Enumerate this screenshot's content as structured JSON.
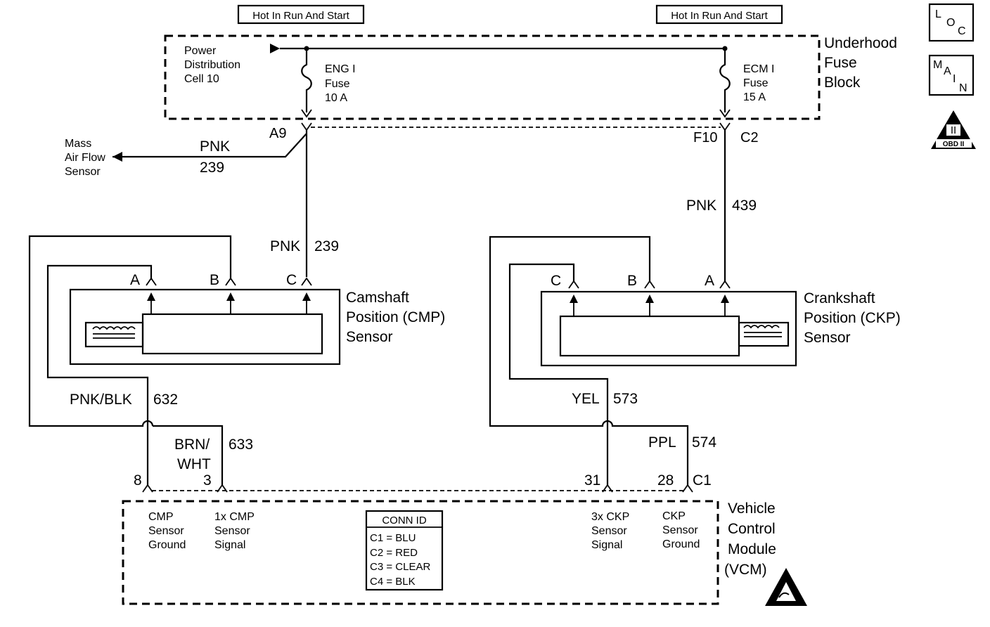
{
  "hot_labels": {
    "left": "Hot In Run And Start",
    "right": "Hot In Run And Start"
  },
  "fuse_block": {
    "title_lines": [
      "Underhood",
      "Fuse",
      "Block"
    ],
    "power_lines": [
      "Power",
      "Distribution",
      "Cell 10"
    ],
    "eng_fuse_lines": [
      "ENG I",
      "Fuse",
      "10 A"
    ],
    "ecm_fuse_lines": [
      "ECM I",
      "Fuse",
      "15 A"
    ],
    "terminal_a9": "A9",
    "terminal_f10": "F10",
    "connector_c2": "C2"
  },
  "maf": {
    "lines": [
      "Mass",
      "Air Flow",
      "Sensor"
    ]
  },
  "wires": {
    "maf_color": "PNK",
    "maf_circuit": "239",
    "cmp_feed_color": "PNK",
    "cmp_feed_circuit": "239",
    "ckp_feed_color": "PNK",
    "ckp_feed_circuit": "439",
    "cmp_ground_color": "PNK/BLK",
    "cmp_ground_circuit": "632",
    "cmp_signal_color_1": "BRN/",
    "cmp_signal_color_2": "WHT",
    "cmp_signal_circuit": "633",
    "ckp_signal_color": "YEL",
    "ckp_signal_circuit": "573",
    "ckp_ground_color": "PPL",
    "ckp_ground_circuit": "574"
  },
  "cmp_sensor": {
    "title_lines": [
      "Camshaft",
      "Position (CMP)",
      "Sensor"
    ],
    "pins": [
      "A",
      "B",
      "C"
    ]
  },
  "ckp_sensor": {
    "title_lines": [
      "Crankshaft",
      "Position (CKP)",
      "Sensor"
    ],
    "pins": [
      "C",
      "B",
      "A"
    ]
  },
  "vcm": {
    "title_lines": [
      "Vehicle",
      "Control",
      "Module",
      "(VCM)"
    ],
    "pin_8": "8",
    "pin_3": "3",
    "pin_31": "31",
    "pin_28": "28",
    "connector_c1": "C1",
    "cmp_ground_lines": [
      "CMP",
      "Sensor",
      "Ground"
    ],
    "cmp_signal_lines": [
      "1x CMP",
      "Sensor",
      "Signal"
    ],
    "ckp_signal_lines": [
      "3x CKP",
      "Sensor",
      "Signal"
    ],
    "ckp_ground_lines": [
      "CKP",
      "Sensor",
      "Ground"
    ]
  },
  "conn_id": {
    "title": "CONN ID",
    "rows": [
      "C1 = BLU",
      "C2 = RED",
      "C3 = CLEAR",
      "C4 = BLK"
    ]
  },
  "side_icons": {
    "loc": [
      "L",
      "O",
      "C"
    ],
    "main": [
      "M",
      "A",
      "I",
      "N"
    ],
    "obd_num": "II",
    "obd_label": "OBD II"
  }
}
